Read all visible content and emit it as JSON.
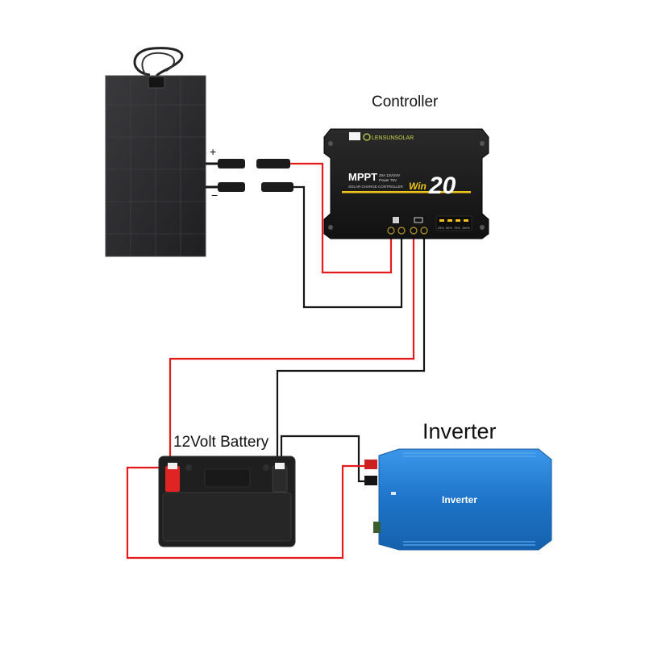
{
  "labels": {
    "controller": "Controller",
    "battery": "12Volt Battery",
    "inverter": "Inverter"
  },
  "panel": {
    "plus": "+",
    "minus": "−"
  },
  "controller": {
    "brand": "LENSUNSOLAR",
    "mode": "MPPT",
    "spec_line1": "20A 12V/24V",
    "spec_line2": "Power 75V",
    "subtitle": "SOLAR CHARGE CONTROLLER",
    "series": "Win",
    "rating": "20",
    "levels": [
      "25%",
      "50%",
      "75%",
      "100%"
    ]
  },
  "inverter": {
    "body_label": "Inverter"
  },
  "colors": {
    "positive_wire": "#e31b1b",
    "negative_wire": "#151515",
    "inverter_body": "#1e74c8",
    "controller_body": "#1a1a1a",
    "accent_yellow": "#f0c419"
  }
}
